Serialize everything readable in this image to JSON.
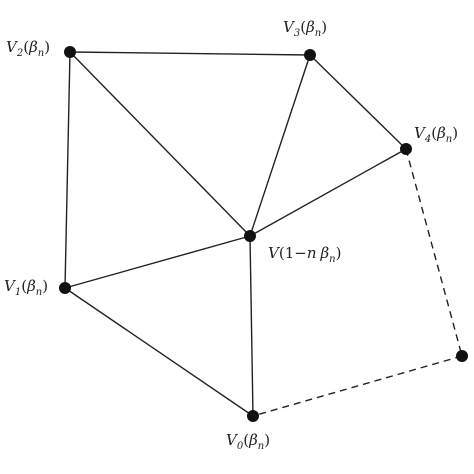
{
  "diagram": {
    "vertices": [
      {
        "id": "V0",
        "label_main": "V",
        "label_sub": "0",
        "label_arg": "β",
        "label_arg_sub": "n"
      },
      {
        "id": "V1",
        "label_main": "V",
        "label_sub": "1",
        "label_arg": "β",
        "label_arg_sub": "n"
      },
      {
        "id": "V2",
        "label_main": "V",
        "label_sub": "2",
        "label_arg": "β",
        "label_arg_sub": "n"
      },
      {
        "id": "V3",
        "label_main": "V",
        "label_sub": "3",
        "label_arg": "β",
        "label_arg_sub": "n"
      },
      {
        "id": "V4",
        "label_main": "V",
        "label_sub": "4",
        "label_arg": "β",
        "label_arg_sub": "n"
      },
      {
        "id": "Vc",
        "label_main": "V",
        "label_prefix": "(1−",
        "label_mid": "n",
        "label_arg": "β",
        "label_arg_sub": "n"
      },
      {
        "id": "V5"
      }
    ],
    "edges": [
      {
        "from": "V2",
        "to": "V3",
        "style": "solid"
      },
      {
        "from": "V2",
        "to": "V1",
        "style": "solid"
      },
      {
        "from": "V2",
        "to": "Vc",
        "style": "solid"
      },
      {
        "from": "V3",
        "to": "V4",
        "style": "solid"
      },
      {
        "from": "V3",
        "to": "Vc",
        "style": "solid"
      },
      {
        "from": "V4",
        "to": "Vc",
        "style": "solid"
      },
      {
        "from": "V1",
        "to": "Vc",
        "style": "solid"
      },
      {
        "from": "V1",
        "to": "V0",
        "style": "solid"
      },
      {
        "from": "Vc",
        "to": "V0",
        "style": "solid"
      },
      {
        "from": "V4",
        "to": "V5",
        "style": "dashed"
      },
      {
        "from": "V5",
        "to": "V0",
        "style": "dashed"
      }
    ]
  }
}
